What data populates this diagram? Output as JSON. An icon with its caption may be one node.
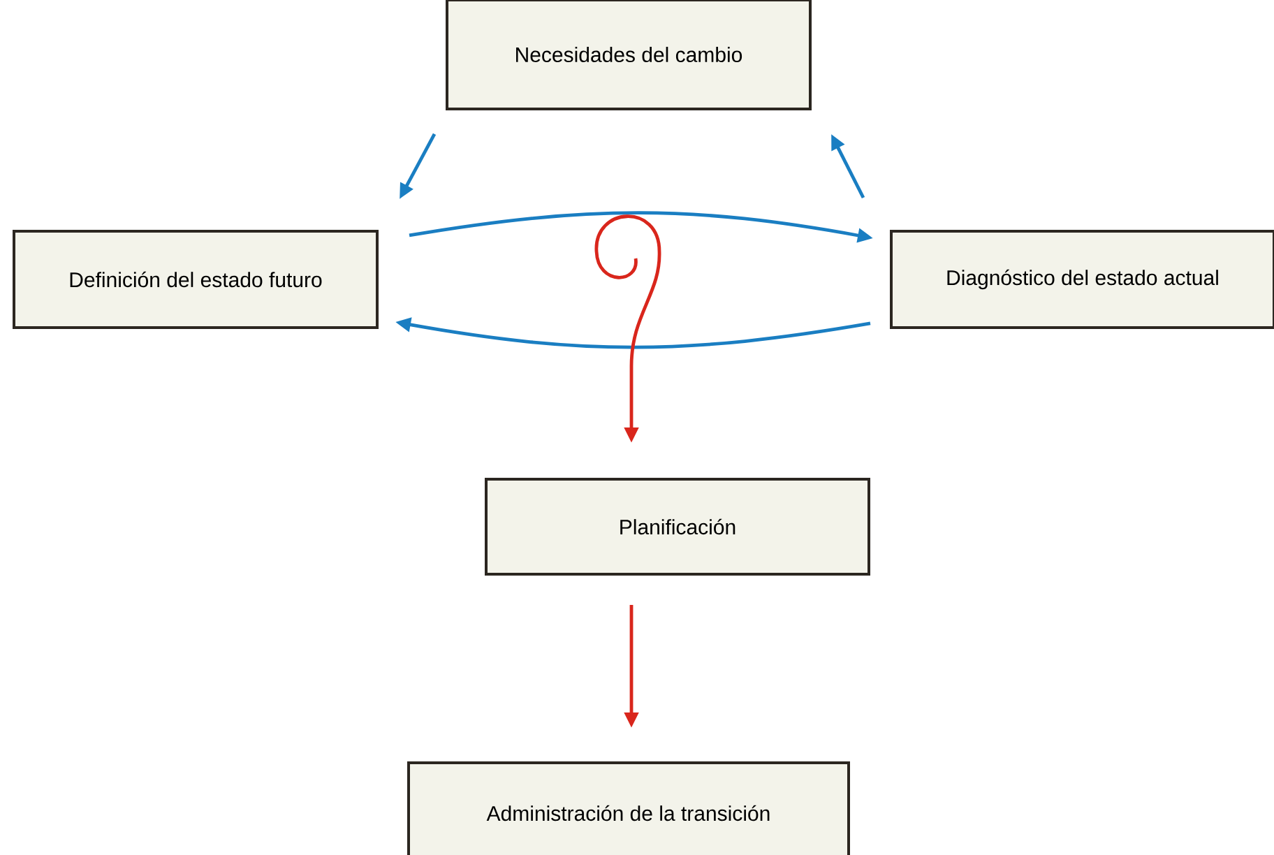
{
  "diagram": {
    "nodes": [
      {
        "text": [
          "Necesidades del cambio"
        ]
      },
      {
        "text": [
          "Definición del estado futuro"
        ]
      },
      {
        "text": [
          "Diagnóstico del estado actual"
        ]
      },
      {
        "text": [
          "Planificación"
        ]
      },
      {
        "text": [
          "Administración de la transición"
        ]
      }
    ],
    "edges": [
      {
        "from": 0,
        "to": 1,
        "arrow": "to"
      },
      {
        "from": 2,
        "to": 0,
        "arrow": "to"
      },
      {
        "from": 1,
        "to": 2,
        "arrow": "to"
      },
      {
        "from": 2,
        "to": 1,
        "arrow": "to"
      },
      {
        "from": null,
        "to": 3,
        "arrow": "to",
        "color": "#d9261c"
      },
      {
        "from": 3,
        "to": 4,
        "arrow": "to",
        "color": "#d9261c"
      }
    ]
  }
}
